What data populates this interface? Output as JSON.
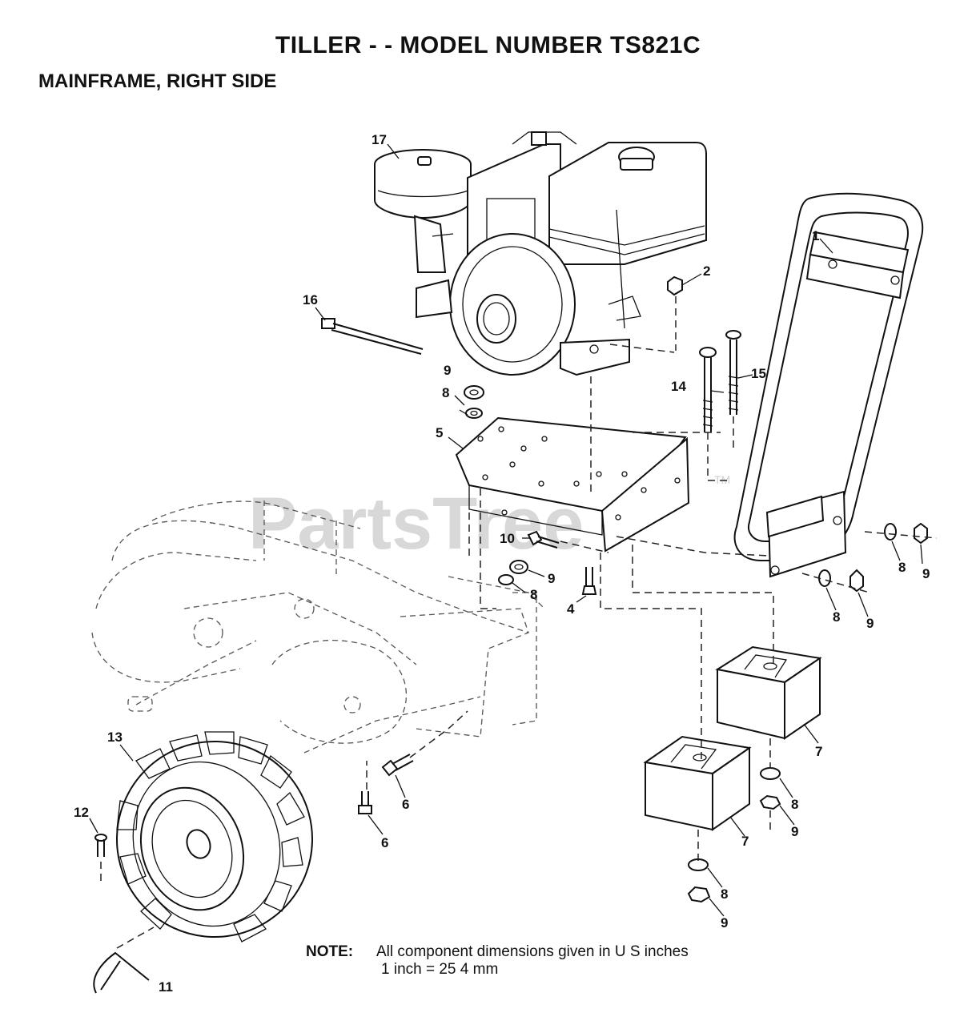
{
  "title": "TILLER - - MODEL NUMBER TS821C",
  "subtitle": "MAINFRAME, RIGHT SIDE",
  "watermark": "PartsTree",
  "watermark_tm": "TM",
  "note": {
    "label": "NOTE:",
    "line1": "All component dimensions given in U S inches",
    "line2": "1 inch = 25 4 mm"
  },
  "callouts": {
    "c1": "1",
    "c2": "2",
    "c4": "4",
    "c5": "5",
    "c6a": "6",
    "c6b": "6",
    "c7a": "7",
    "c7b": "7",
    "c8a": "8",
    "c8b": "8",
    "c8c": "8",
    "c8d": "8",
    "c8e": "8",
    "c8f": "8",
    "c9a": "9",
    "c9b": "9",
    "c9c": "9",
    "c9d": "9",
    "c9e": "9",
    "c9f": "9",
    "c10": "10",
    "c11": "11",
    "c12": "12",
    "c13": "13",
    "c14": "14",
    "c15": "15",
    "c16": "16",
    "c17": "17"
  }
}
